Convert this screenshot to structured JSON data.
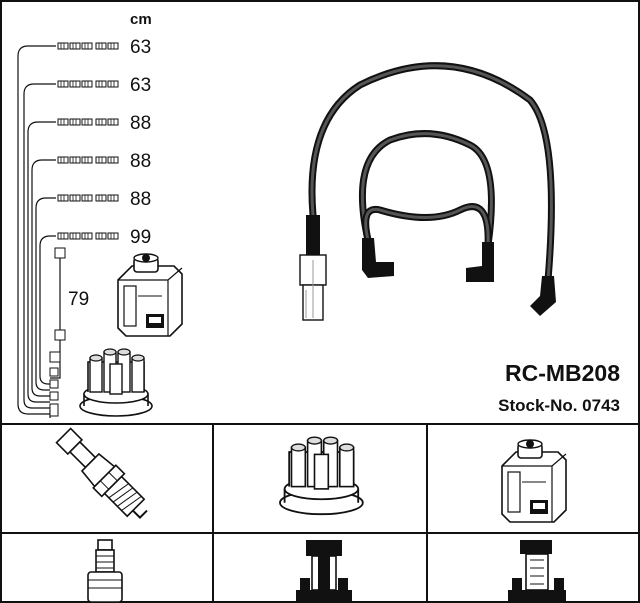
{
  "unit_label": "cm",
  "lengths": [
    "63",
    "63",
    "88",
    "88",
    "88",
    "99"
  ],
  "coil_lead_length": "79",
  "model": "RC-MB208",
  "stock": "Stock-No. 0743",
  "icons": {
    "coil": "ignition-coil-icon",
    "distributor": "distributor-cap-icon",
    "plug": "spark-plug-icon",
    "plug_connector": "straight-plug-connector-icon",
    "cap_connector": "angled-cap-connector-icon",
    "coil_connector": "angled-coil-connector-icon"
  },
  "colors": {
    "line": "#111111",
    "wire": "#3a3a3a",
    "background": "#ffffff"
  }
}
